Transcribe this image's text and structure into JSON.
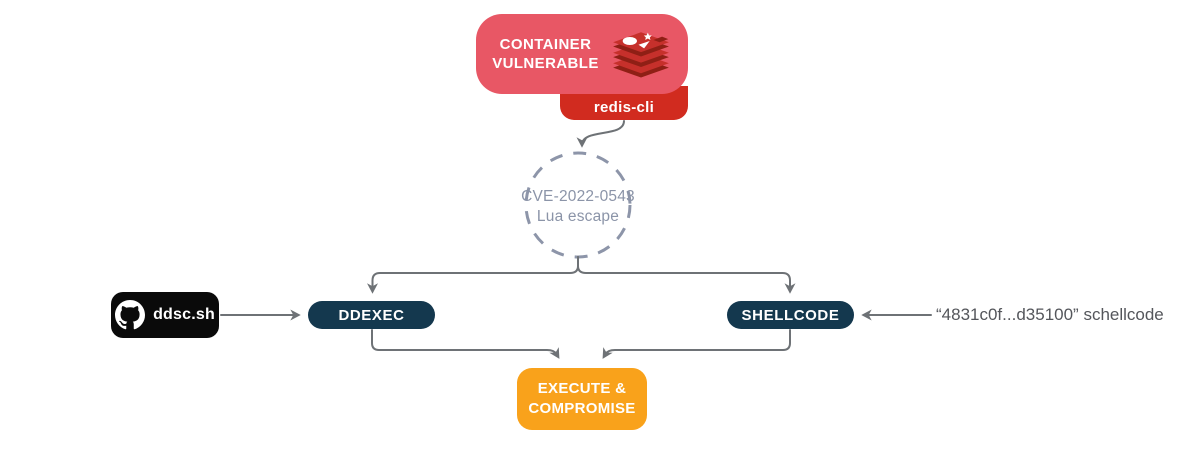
{
  "diagram": {
    "container_box": {
      "line1": "CONTAINER",
      "line2": "VULNERABLE"
    },
    "redis_badge": {
      "label": "redis-cli"
    },
    "cve_circle": {
      "line1": "CVE-2022-0543",
      "line2": "Lua escape"
    },
    "github_box": {
      "label": "ddsc.sh"
    },
    "ddexec_pill": {
      "label": "DDEXEC"
    },
    "shellcode_pill": {
      "label": "SHELLCODE"
    },
    "shellcode_note": {
      "text": "“4831c0f...d35100” schellcode"
    },
    "execute_box": {
      "line1": "EXECUTE &",
      "line2": "COMPROMISE"
    },
    "icons": {
      "github": "github-octocat-icon",
      "redis": "redis-stack-icon"
    },
    "colors": {
      "container_bg": "#E85765",
      "redis_badge_bg": "#D12B1F",
      "redis_logo_red": "#C6302B",
      "redis_logo_dark": "#8F1F15",
      "pill_bg": "#14384E",
      "github_bg": "#0A0A0A",
      "execute_bg": "#F9A21B",
      "connector": "#6E7276",
      "cve_circle": "#8D95A9",
      "note_text": "#54565B"
    }
  }
}
